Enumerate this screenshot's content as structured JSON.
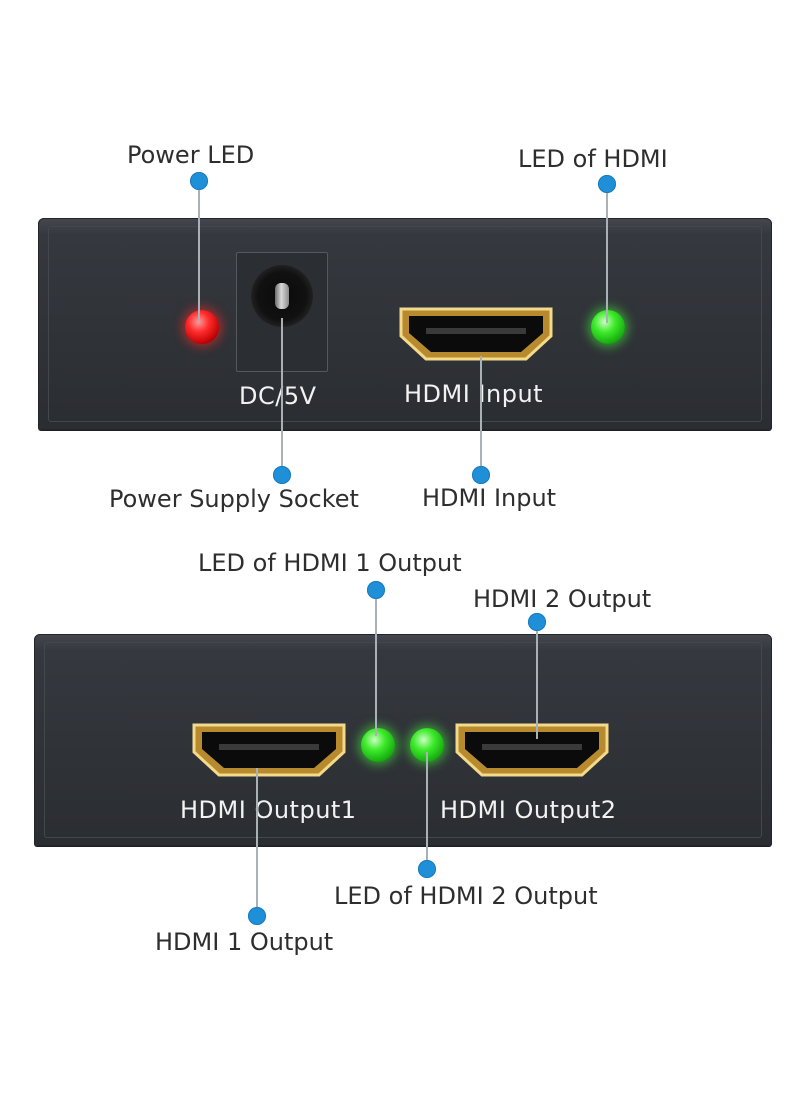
{
  "top_panel": {
    "dc_label": "DC/5V",
    "hdmi_label": "HDMI  Input"
  },
  "bottom_panel": {
    "hdmi1_label": "HDMI  Output1",
    "hdmi2_label": "HDMI  Output2"
  },
  "callouts": {
    "power_led": "Power LED",
    "led_of_hdmi": "LED of HDMI",
    "power_supply_socket": "Power Supply Socket",
    "hdmi_input": "HDMI Input",
    "led_hdmi1_output": "LED of HDMI 1 Output",
    "hdmi2_output": "HDMI 2 Output",
    "led_hdmi2_output": "LED of HDMI 2 Output",
    "hdmi1_output": "HDMI 1 Output"
  },
  "colors": {
    "callout_dot": "#1f8fd8",
    "led_power": "#ff2a2a",
    "led_status": "#3dea2a",
    "hdmi_gold": "#d9b45a"
  }
}
